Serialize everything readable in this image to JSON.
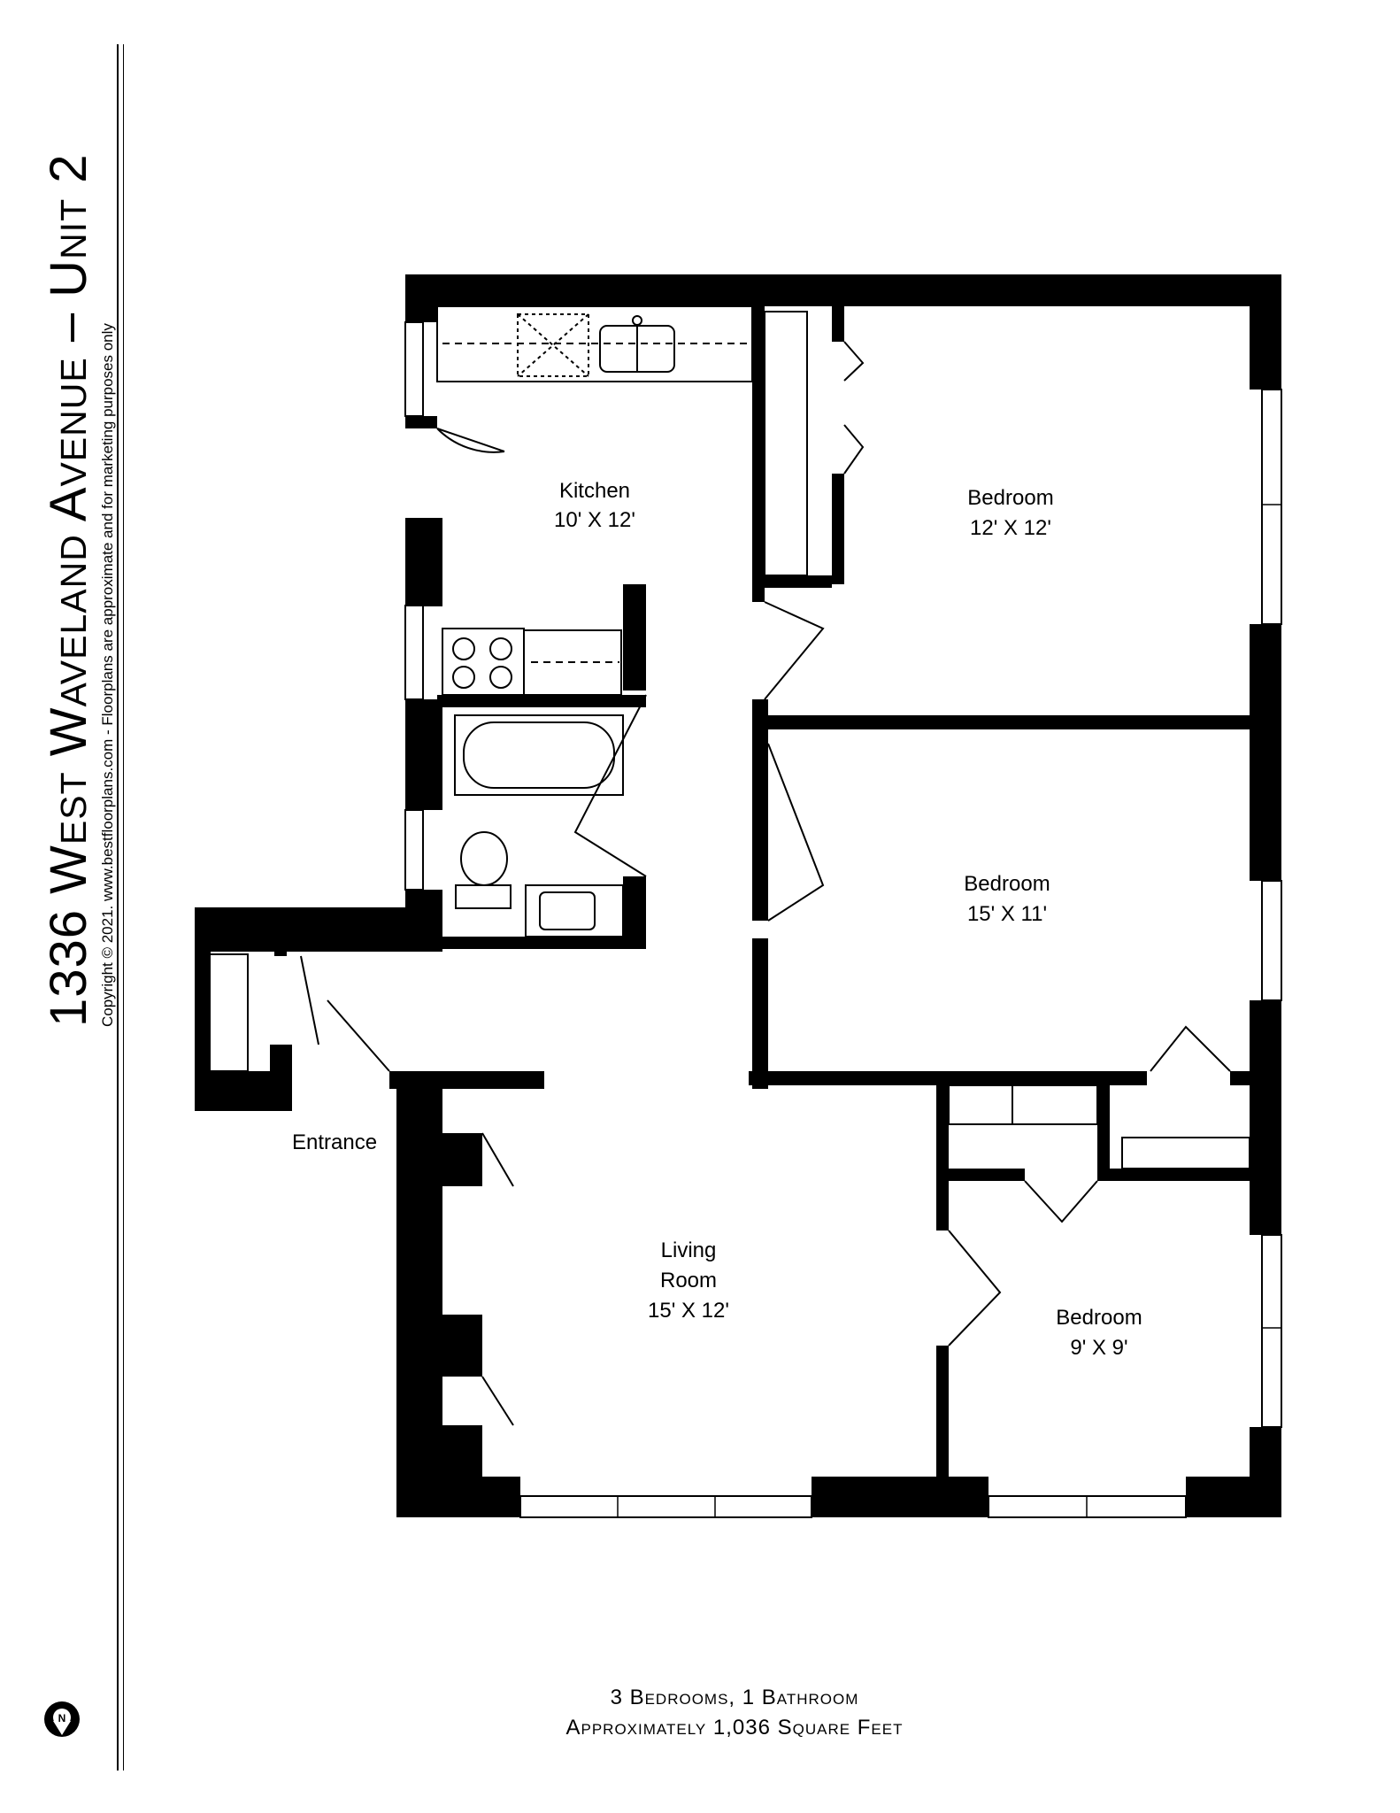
{
  "header": {
    "title": "1336 West Waveland Avenue – Unit 2",
    "copyright": "Copyright © 2021. www.bestfloorplans.com - Floorplans are approximate and for marketing purposes only"
  },
  "rooms": {
    "kitchen": {
      "name": "Kitchen",
      "size": "10' X 12'"
    },
    "bedroom1": {
      "name": "Bedroom",
      "size": "12' X 12'"
    },
    "bedroom2": {
      "name": "Bedroom",
      "size": "15' X 11'"
    },
    "living": {
      "name_line1": "Living",
      "name_line2": "Room",
      "size": "15' X 12'"
    },
    "bedroom3": {
      "name": "Bedroom",
      "size": "9' X 9'"
    },
    "entrance": {
      "name": "Entrance"
    }
  },
  "footer": {
    "line1": "3 Bedrooms, 1 Bathroom",
    "line2": "Approximately 1,036 Square Feet"
  },
  "compass": {
    "letter": "N"
  },
  "icons": [
    "north-arrow-icon",
    "stove-icon",
    "sink-icon",
    "bathtub-icon",
    "toilet-icon"
  ]
}
